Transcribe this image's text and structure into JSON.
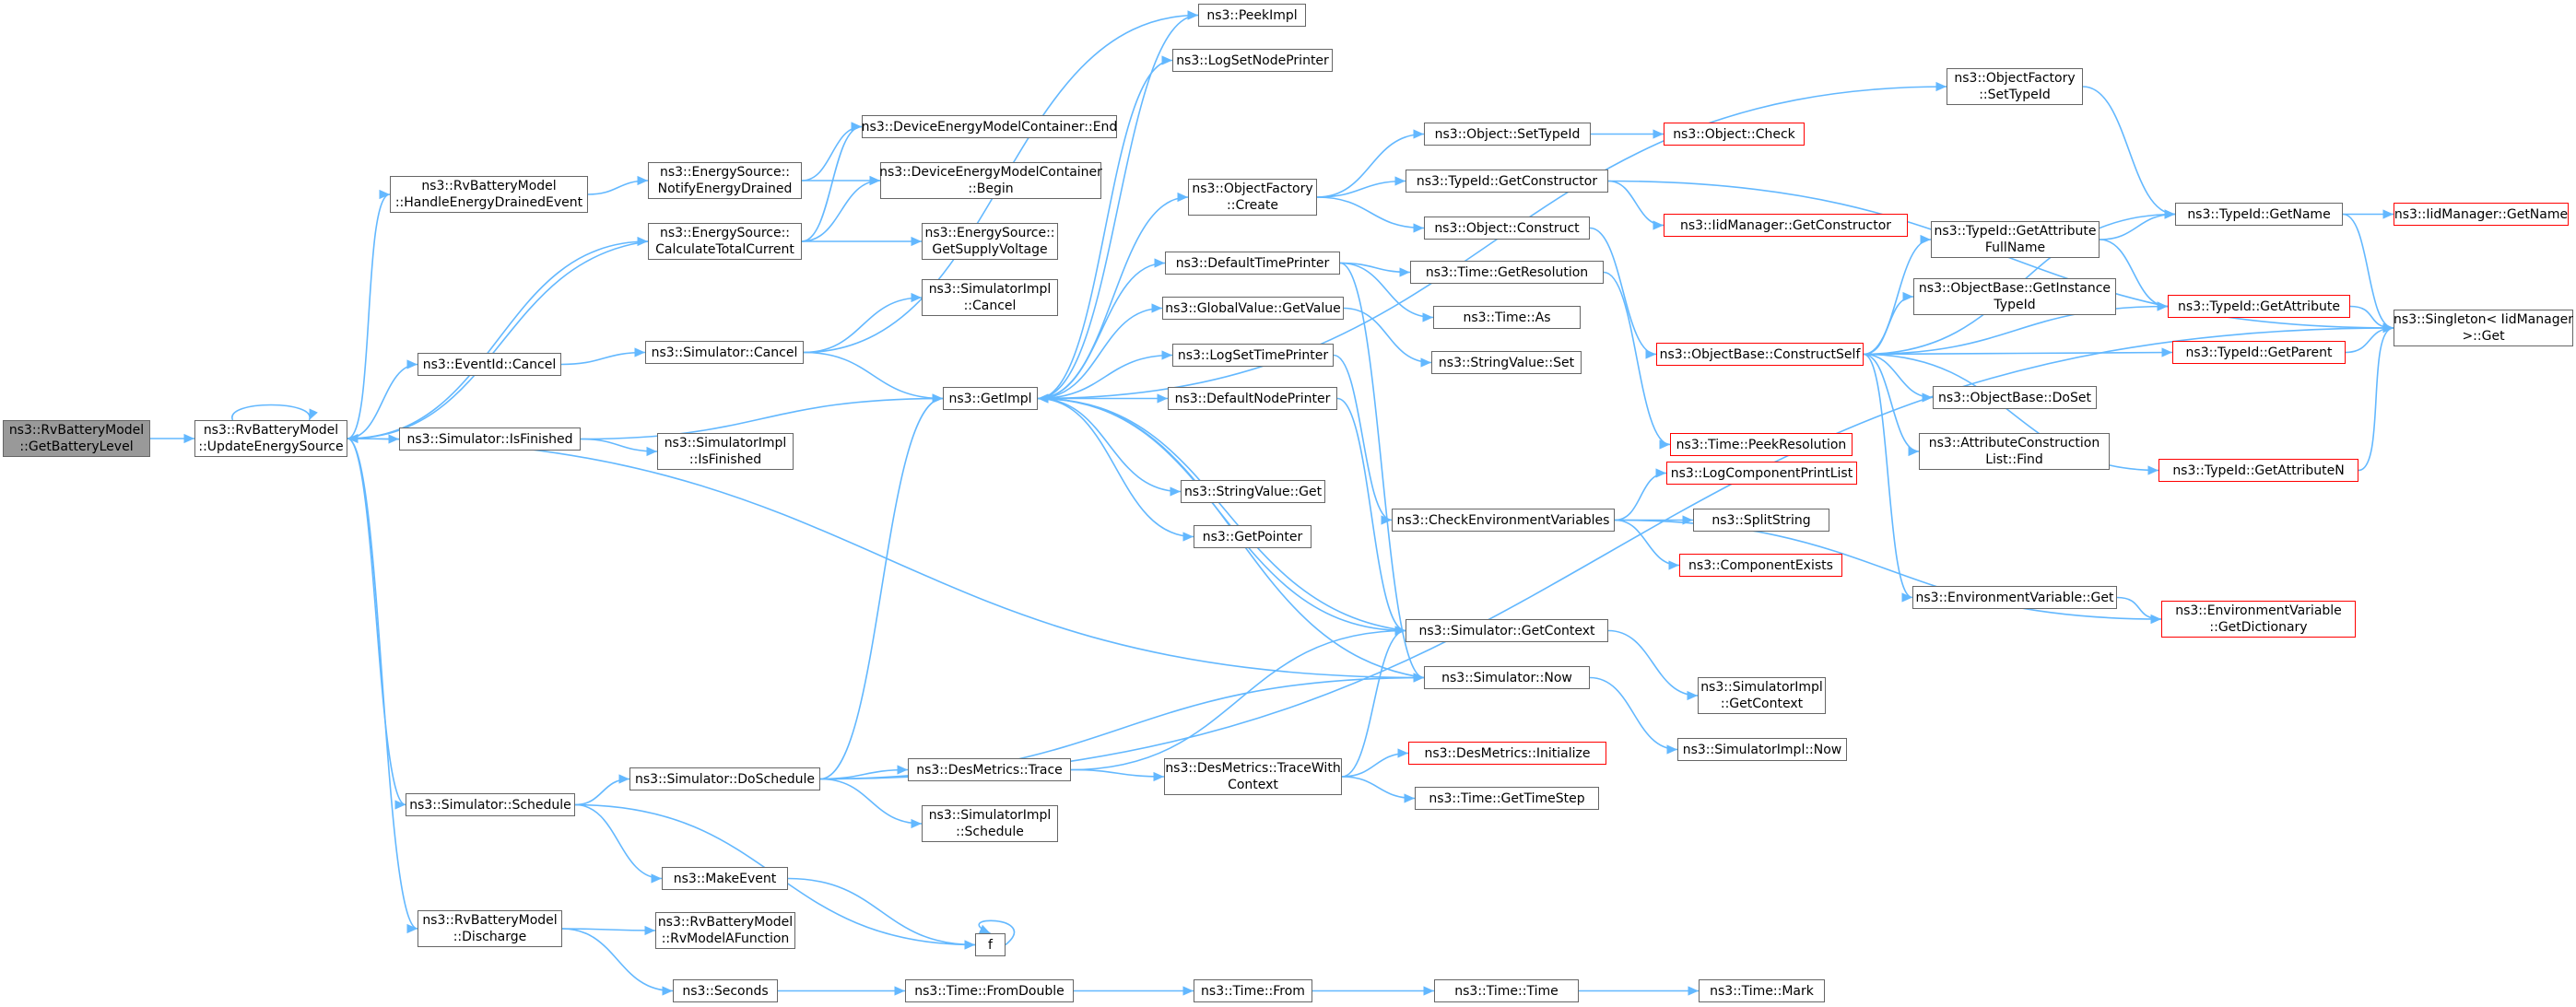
{
  "colors": {
    "edge": "#63b8ff",
    "border": "#666666",
    "red_border": "#ff0000",
    "focus_fill": "#999999"
  },
  "nodes": {
    "getbatterylevel": {
      "lines": [
        "ns3::RvBatteryModel",
        "::GetBatteryLevel"
      ]
    },
    "updateenergysource": {
      "lines": [
        "ns3::RvBatteryModel",
        "::UpdateEnergySource"
      ]
    },
    "handleenergydrained": {
      "lines": [
        "ns3::RvBatteryModel",
        "::HandleEnergyDrainedEvent"
      ]
    },
    "calculatetotalcurrent": {
      "lines": [
        "ns3::EnergySource::",
        "CalculateTotalCurrent"
      ]
    },
    "eventid_cancel": {
      "lines": [
        "ns3::EventId::Cancel"
      ]
    },
    "simulator_isfinished": {
      "lines": [
        "ns3::Simulator::IsFinished"
      ]
    },
    "simulator_schedule": {
      "lines": [
        "ns3::Simulator::Schedule"
      ]
    },
    "discharge": {
      "lines": [
        "ns3::RvBatteryModel",
        "::Discharge"
      ]
    },
    "notifyenergydrained": {
      "lines": [
        "ns3::EnergySource::",
        "NotifyEnergyDrained"
      ]
    },
    "simulator_cancel": {
      "lines": [
        "ns3::Simulator::Cancel"
      ]
    },
    "simulatorimpl_isfinished": {
      "lines": [
        "ns3::SimulatorImpl",
        "::IsFinished"
      ]
    },
    "doschedule": {
      "lines": [
        "ns3::Simulator::DoSchedule"
      ]
    },
    "makeevent": {
      "lines": [
        "ns3::MakeEvent"
      ]
    },
    "rvmodelafunction": {
      "lines": [
        "ns3::RvBatteryModel",
        "::RvModelAFunction"
      ]
    },
    "seconds": {
      "lines": [
        "ns3::Seconds"
      ]
    },
    "container_end": {
      "lines": [
        "ns3::DeviceEnergyModelContainer::End"
      ]
    },
    "container_begin": {
      "lines": [
        "ns3::DeviceEnergyModelContainer",
        "::Begin"
      ]
    },
    "getsupplyvoltage": {
      "lines": [
        "ns3::EnergySource::",
        "GetSupplyVoltage"
      ]
    },
    "simulatorimpl_cancel": {
      "lines": [
        "ns3::SimulatorImpl",
        "::Cancel"
      ]
    },
    "getimpl": {
      "lines": [
        "ns3::GetImpl"
      ]
    },
    "desmetrics_trace": {
      "lines": [
        "ns3::DesMetrics::Trace"
      ]
    },
    "simulatorimpl_schedule": {
      "lines": [
        "ns3::SimulatorImpl",
        "::Schedule"
      ]
    },
    "f": {
      "lines": [
        "f"
      ]
    },
    "fromdouble": {
      "lines": [
        "ns3::Time::FromDouble"
      ]
    },
    "peekimpl": {
      "lines": [
        "ns3::PeekImpl"
      ]
    },
    "logsetnodeprinter": {
      "lines": [
        "ns3::LogSetNodePrinter"
      ]
    },
    "objectfactory_create": {
      "lines": [
        "ns3::ObjectFactory",
        "::Create"
      ]
    },
    "defaulttimeprinter": {
      "lines": [
        "ns3::DefaultTimePrinter"
      ]
    },
    "globalvalue_getvalue": {
      "lines": [
        "ns3::GlobalValue::GetValue"
      ]
    },
    "logsettimeprinter": {
      "lines": [
        "ns3::LogSetTimePrinter"
      ]
    },
    "defaultnodeprinter": {
      "lines": [
        "ns3::DefaultNodePrinter"
      ]
    },
    "stringvalue_get": {
      "lines": [
        "ns3::StringValue::Get"
      ]
    },
    "getpointer": {
      "lines": [
        "ns3::GetPointer"
      ]
    },
    "tracewithcontext": {
      "lines": [
        "ns3::DesMetrics::TraceWith",
        "Context"
      ]
    },
    "time_from": {
      "lines": [
        "ns3::Time::From"
      ]
    },
    "object_settypeid": {
      "lines": [
        "ns3::Object::SetTypeId"
      ]
    },
    "typeid_getconstructor": {
      "lines": [
        "ns3::TypeId::GetConstructor"
      ]
    },
    "object_construct": {
      "lines": [
        "ns3::Object::Construct"
      ]
    },
    "time_getresolution": {
      "lines": [
        "ns3::Time::GetResolution"
      ]
    },
    "time_as": {
      "lines": [
        "ns3::Time::As"
      ]
    },
    "stringvalue_set": {
      "lines": [
        "ns3::StringValue::Set"
      ]
    },
    "checkenvvars": {
      "lines": [
        "ns3::CheckEnvironmentVariables"
      ]
    },
    "simulator_getcontext": {
      "lines": [
        "ns3::Simulator::GetContext"
      ]
    },
    "simulator_now": {
      "lines": [
        "ns3::Simulator::Now"
      ]
    },
    "desmetrics_initialize": {
      "lines": [
        "ns3::DesMetrics::Initialize"
      ]
    },
    "time_gettimestep": {
      "lines": [
        "ns3::Time::GetTimeStep"
      ]
    },
    "time_time": {
      "lines": [
        "ns3::Time::Time"
      ]
    },
    "objectfactory_settypeid": {
      "lines": [
        "ns3::ObjectFactory",
        "::SetTypeId"
      ]
    },
    "object_check": {
      "lines": [
        "ns3::Object::Check"
      ]
    },
    "iidmanager_getconstructor": {
      "lines": [
        "ns3::IidManager::GetConstructor"
      ]
    },
    "objectbase_constructself": {
      "lines": [
        "ns3::ObjectBase::ConstructSelf"
      ]
    },
    "time_peekresolution": {
      "lines": [
        "ns3::Time::PeekResolution"
      ]
    },
    "logcomponentprintlist": {
      "lines": [
        "ns3::LogComponentPrintList"
      ]
    },
    "splitstring": {
      "lines": [
        "ns3::SplitString"
      ]
    },
    "componentexists": {
      "lines": [
        "ns3::ComponentExists"
      ]
    },
    "simulatorimpl_getcontext": {
      "lines": [
        "ns3::SimulatorImpl",
        "::GetContext"
      ]
    },
    "simulatorimpl_now": {
      "lines": [
        "ns3::SimulatorImpl::Now"
      ]
    },
    "time_mark": {
      "lines": [
        "ns3::Time::Mark"
      ]
    },
    "getattributefullname": {
      "lines": [
        "ns3::TypeId::GetAttribute",
        "FullName"
      ]
    },
    "getinstancetypeid": {
      "lines": [
        "ns3::ObjectBase::GetInstance",
        "TypeId"
      ]
    },
    "objectbase_doset": {
      "lines": [
        "ns3::ObjectBase::DoSet"
      ]
    },
    "attributeconstructionlist_find": {
      "lines": [
        "ns3::AttributeConstruction",
        "List::Find"
      ]
    },
    "environmentvariable_get": {
      "lines": [
        "ns3::EnvironmentVariable::Get"
      ]
    },
    "typeid_getname": {
      "lines": [
        "ns3::TypeId::GetName"
      ]
    },
    "typeid_getattribute": {
      "lines": [
        "ns3::TypeId::GetAttribute"
      ]
    },
    "typeid_getparent": {
      "lines": [
        "ns3::TypeId::GetParent"
      ]
    },
    "typeid_getattributen": {
      "lines": [
        "ns3::TypeId::GetAttributeN"
      ]
    },
    "environmentvariable_getdictionary": {
      "lines": [
        "ns3::EnvironmentVariable",
        "::GetDictionary"
      ]
    },
    "iidmanager_getname": {
      "lines": [
        "ns3::IidManager::GetName"
      ]
    },
    "singleton_get": {
      "lines": [
        "ns3::Singleton< IidManager",
        " >::Get"
      ]
    }
  }
}
